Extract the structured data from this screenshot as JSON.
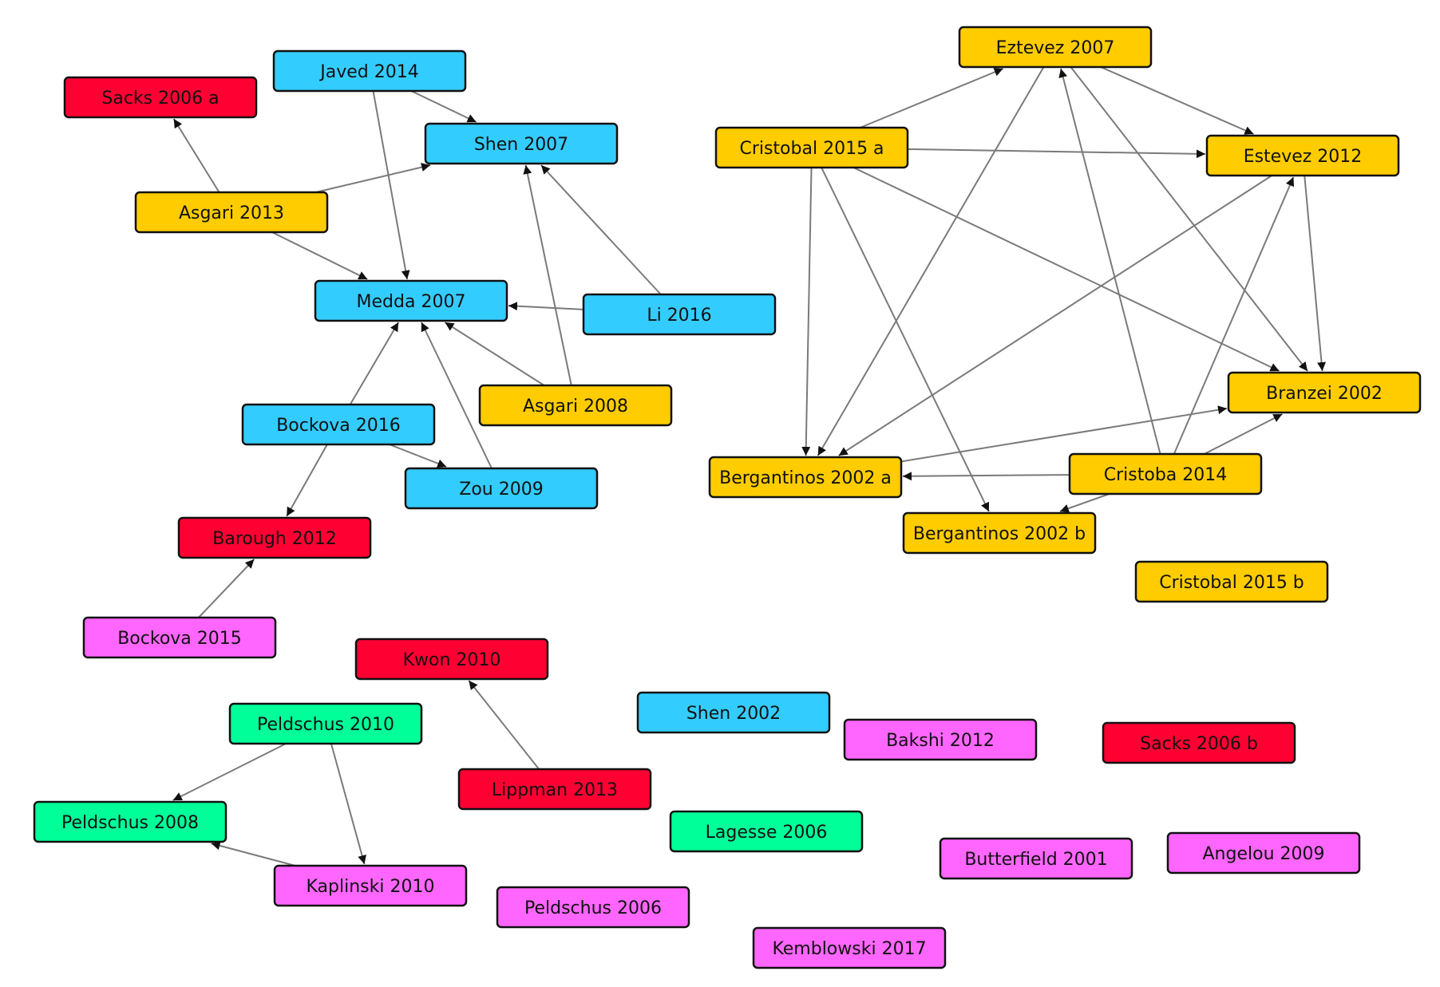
{
  "colors": {
    "blue": "#33ccff",
    "yellow": "#ffcc00",
    "red": "#ff0033",
    "pink": "#ff66ff",
    "green": "#00ff99",
    "edge": "#7a7a7a",
    "border": "#111111"
  },
  "nodes": [
    {
      "id": "sacks2006a",
      "label": "Sacks 2006 a",
      "color": "red"
    },
    {
      "id": "javed2014",
      "label": "Javed 2014",
      "color": "blue"
    },
    {
      "id": "shen2007",
      "label": "Shen 2007",
      "color": "blue"
    },
    {
      "id": "asgari2013",
      "label": "Asgari 2013",
      "color": "yellow"
    },
    {
      "id": "medda2007",
      "label": "Medda 2007",
      "color": "blue"
    },
    {
      "id": "li2016",
      "label": "Li 2016",
      "color": "blue"
    },
    {
      "id": "asgari2008",
      "label": "Asgari 2008",
      "color": "yellow"
    },
    {
      "id": "bockova2016",
      "label": "Bockova 2016",
      "color": "blue"
    },
    {
      "id": "zou2009",
      "label": "Zou 2009",
      "color": "blue"
    },
    {
      "id": "barough2012",
      "label": "Barough 2012",
      "color": "red"
    },
    {
      "id": "bockova2015",
      "label": "Bockova 2015",
      "color": "pink"
    },
    {
      "id": "eztevez2007",
      "label": "Eztevez 2007",
      "color": "yellow"
    },
    {
      "id": "cristobal2015a",
      "label": "Cristobal 2015 a",
      "color": "yellow"
    },
    {
      "id": "estevez2012",
      "label": "Estevez 2012",
      "color": "yellow"
    },
    {
      "id": "branzei2002",
      "label": "Branzei 2002",
      "color": "yellow"
    },
    {
      "id": "bergantinos2002a",
      "label": "Bergantinos 2002 a",
      "color": "yellow"
    },
    {
      "id": "cristoba2014",
      "label": "Cristoba 2014",
      "color": "yellow"
    },
    {
      "id": "bergantinos2002b",
      "label": "Bergantinos 2002 b",
      "color": "yellow"
    },
    {
      "id": "cristobal2015b",
      "label": "Cristobal 2015 b",
      "color": "yellow"
    },
    {
      "id": "kwon2010",
      "label": "Kwon 2010",
      "color": "red"
    },
    {
      "id": "shen2002",
      "label": "Shen 2002",
      "color": "blue"
    },
    {
      "id": "bakshi2012",
      "label": "Bakshi 2012",
      "color": "pink"
    },
    {
      "id": "sacks2006b",
      "label": "Sacks 2006 b",
      "color": "red"
    },
    {
      "id": "peldschus2010",
      "label": "Peldschus 2010",
      "color": "green"
    },
    {
      "id": "lippman2013",
      "label": "Lippman 2013",
      "color": "red"
    },
    {
      "id": "peldschus2008",
      "label": "Peldschus 2008",
      "color": "green"
    },
    {
      "id": "lagesse2006",
      "label": "Lagesse 2006",
      "color": "green"
    },
    {
      "id": "butterfield2001",
      "label": "Butterfield 2001",
      "color": "pink"
    },
    {
      "id": "angelou2009",
      "label": "Angelou 2009",
      "color": "pink"
    },
    {
      "id": "kaplinski2010",
      "label": "Kaplinski 2010",
      "color": "pink"
    },
    {
      "id": "peldschus2006",
      "label": "Peldschus 2006",
      "color": "pink"
    },
    {
      "id": "kemblowski2017",
      "label": "Kemblowski 2017",
      "color": "pink"
    }
  ],
  "edges": [
    {
      "from": "asgari2013",
      "to": "sacks2006a"
    },
    {
      "from": "asgari2013",
      "to": "shen2007"
    },
    {
      "from": "asgari2013",
      "to": "medda2007"
    },
    {
      "from": "javed2014",
      "to": "shen2007"
    },
    {
      "from": "javed2014",
      "to": "medda2007"
    },
    {
      "from": "li2016",
      "to": "shen2007"
    },
    {
      "from": "li2016",
      "to": "medda2007"
    },
    {
      "from": "asgari2008",
      "to": "shen2007"
    },
    {
      "from": "asgari2008",
      "to": "medda2007"
    },
    {
      "from": "bockova2016",
      "to": "medda2007"
    },
    {
      "from": "bockova2016",
      "to": "zou2009"
    },
    {
      "from": "bockova2016",
      "to": "barough2012"
    },
    {
      "from": "zou2009",
      "to": "medda2007"
    },
    {
      "from": "bockova2015",
      "to": "barough2012"
    },
    {
      "from": "cristobal2015a",
      "to": "eztevez2007"
    },
    {
      "from": "cristobal2015a",
      "to": "estevez2012"
    },
    {
      "from": "cristobal2015a",
      "to": "branzei2002"
    },
    {
      "from": "cristobal2015a",
      "to": "bergantinos2002a"
    },
    {
      "from": "cristobal2015a",
      "to": "bergantinos2002b"
    },
    {
      "from": "eztevez2007",
      "to": "estevez2012"
    },
    {
      "from": "eztevez2007",
      "to": "branzei2002"
    },
    {
      "from": "eztevez2007",
      "to": "bergantinos2002a"
    },
    {
      "from": "estevez2012",
      "to": "branzei2002"
    },
    {
      "from": "estevez2012",
      "to": "bergantinos2002a"
    },
    {
      "from": "bergantinos2002a",
      "to": "branzei2002"
    },
    {
      "from": "cristoba2014",
      "to": "eztevez2007"
    },
    {
      "from": "cristoba2014",
      "to": "estevez2012"
    },
    {
      "from": "cristoba2014",
      "to": "branzei2002"
    },
    {
      "from": "cristoba2014",
      "to": "bergantinos2002a"
    },
    {
      "from": "cristoba2014",
      "to": "bergantinos2002b"
    },
    {
      "from": "lippman2013",
      "to": "kwon2010"
    },
    {
      "from": "peldschus2010",
      "to": "peldschus2008"
    },
    {
      "from": "peldschus2010",
      "to": "kaplinski2010"
    },
    {
      "from": "kaplinski2010",
      "to": "peldschus2008"
    }
  ]
}
